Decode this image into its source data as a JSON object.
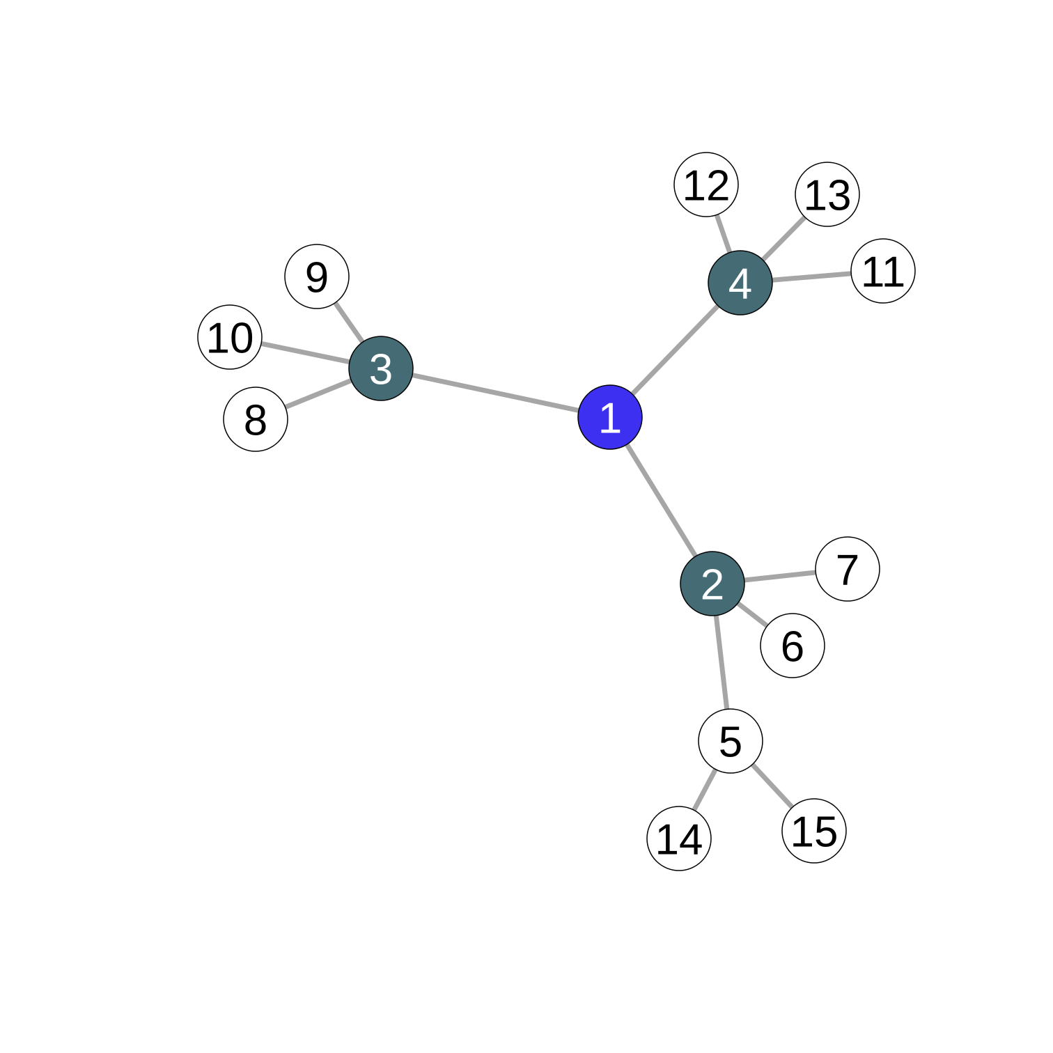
{
  "graph": {
    "colors": {
      "root": "#3d30f0",
      "hub": "#456b74",
      "leaf": "#ffffff",
      "edge": "#a6a6a6",
      "label_dark_bg": "#ffffff",
      "label_light_bg": "#000000"
    },
    "nodes": [
      {
        "id": "1",
        "label": "1",
        "role": "root"
      },
      {
        "id": "2",
        "label": "2",
        "role": "hub"
      },
      {
        "id": "3",
        "label": "3",
        "role": "hub"
      },
      {
        "id": "4",
        "label": "4",
        "role": "hub"
      },
      {
        "id": "5",
        "label": "5",
        "role": "leaf"
      },
      {
        "id": "6",
        "label": "6",
        "role": "leaf"
      },
      {
        "id": "7",
        "label": "7",
        "role": "leaf"
      },
      {
        "id": "8",
        "label": "8",
        "role": "leaf"
      },
      {
        "id": "9",
        "label": "9",
        "role": "leaf"
      },
      {
        "id": "10",
        "label": "10",
        "role": "leaf"
      },
      {
        "id": "11",
        "label": "11",
        "role": "leaf"
      },
      {
        "id": "12",
        "label": "12",
        "role": "leaf"
      },
      {
        "id": "13",
        "label": "13",
        "role": "leaf"
      },
      {
        "id": "14",
        "label": "14",
        "role": "leaf"
      },
      {
        "id": "15",
        "label": "15",
        "role": "leaf"
      }
    ],
    "edges": [
      [
        "1",
        "3"
      ],
      [
        "1",
        "4"
      ],
      [
        "1",
        "2"
      ],
      [
        "3",
        "9"
      ],
      [
        "3",
        "10"
      ],
      [
        "3",
        "8"
      ],
      [
        "4",
        "12"
      ],
      [
        "4",
        "13"
      ],
      [
        "4",
        "11"
      ],
      [
        "2",
        "7"
      ],
      [
        "2",
        "6"
      ],
      [
        "2",
        "5"
      ],
      [
        "5",
        "14"
      ],
      [
        "5",
        "15"
      ]
    ]
  }
}
